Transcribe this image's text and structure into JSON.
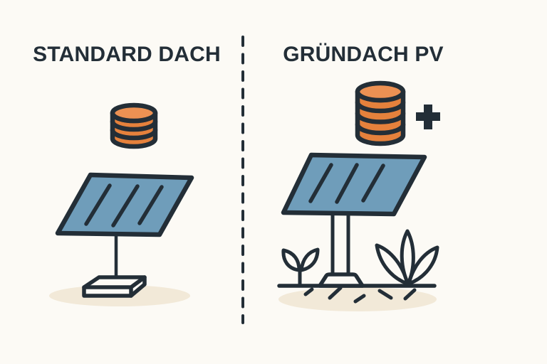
{
  "scene": {
    "left": {
      "title": "STANDARD DACH",
      "coin_stack_layers": 3
    },
    "right": {
      "title": "GRÜNDACH PV",
      "plus_symbol": "+",
      "coin_stack_layers": 4
    }
  },
  "icons": {
    "coin_stack": "coin-stack-icon",
    "solar_panel": "solar-panel-icon",
    "plus": "plus-icon",
    "small_plant": "small-plant-icon",
    "large_plant": "large-plant-icon",
    "divider": "divider-dashed-line"
  },
  "colors": {
    "background": "#fcfaf5",
    "ink": "#232e37",
    "panel_blue": "#6f9dba",
    "coin_orange": "#e5813c",
    "coin_orange_light": "#ec9153",
    "ground_beige": "#f2e9d8",
    "fill_white": "#fcfaf5"
  }
}
